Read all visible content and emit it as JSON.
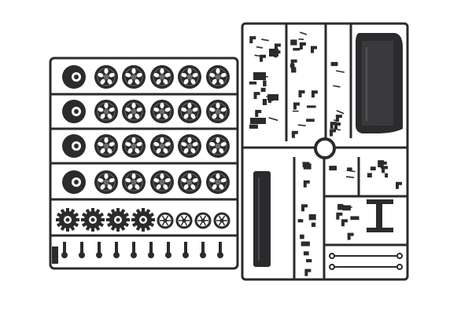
{
  "image": {
    "background_color": "#ffffff",
    "plastic_color": "#2b2b2d",
    "highlight_color": "#6a6a6e"
  },
  "left_sprue": {
    "wheel_rows": [
      {
        "idler_icon": "idler-wheel-icon",
        "road_wheels": 5
      },
      {
        "idler_icon": "idler-wheel-icon",
        "road_wheels": 5
      },
      {
        "idler_icon": "idler-wheel-icon",
        "road_wheels": 5
      },
      {
        "idler_icon": "idler-wheel-icon",
        "road_wheels": 5
      }
    ],
    "sprockets": 4,
    "rollers": 4,
    "small_parts": 10
  },
  "right_sprue": {
    "center_hub": "hub-ring-icon",
    "fenders": 2,
    "stations": 4
  }
}
